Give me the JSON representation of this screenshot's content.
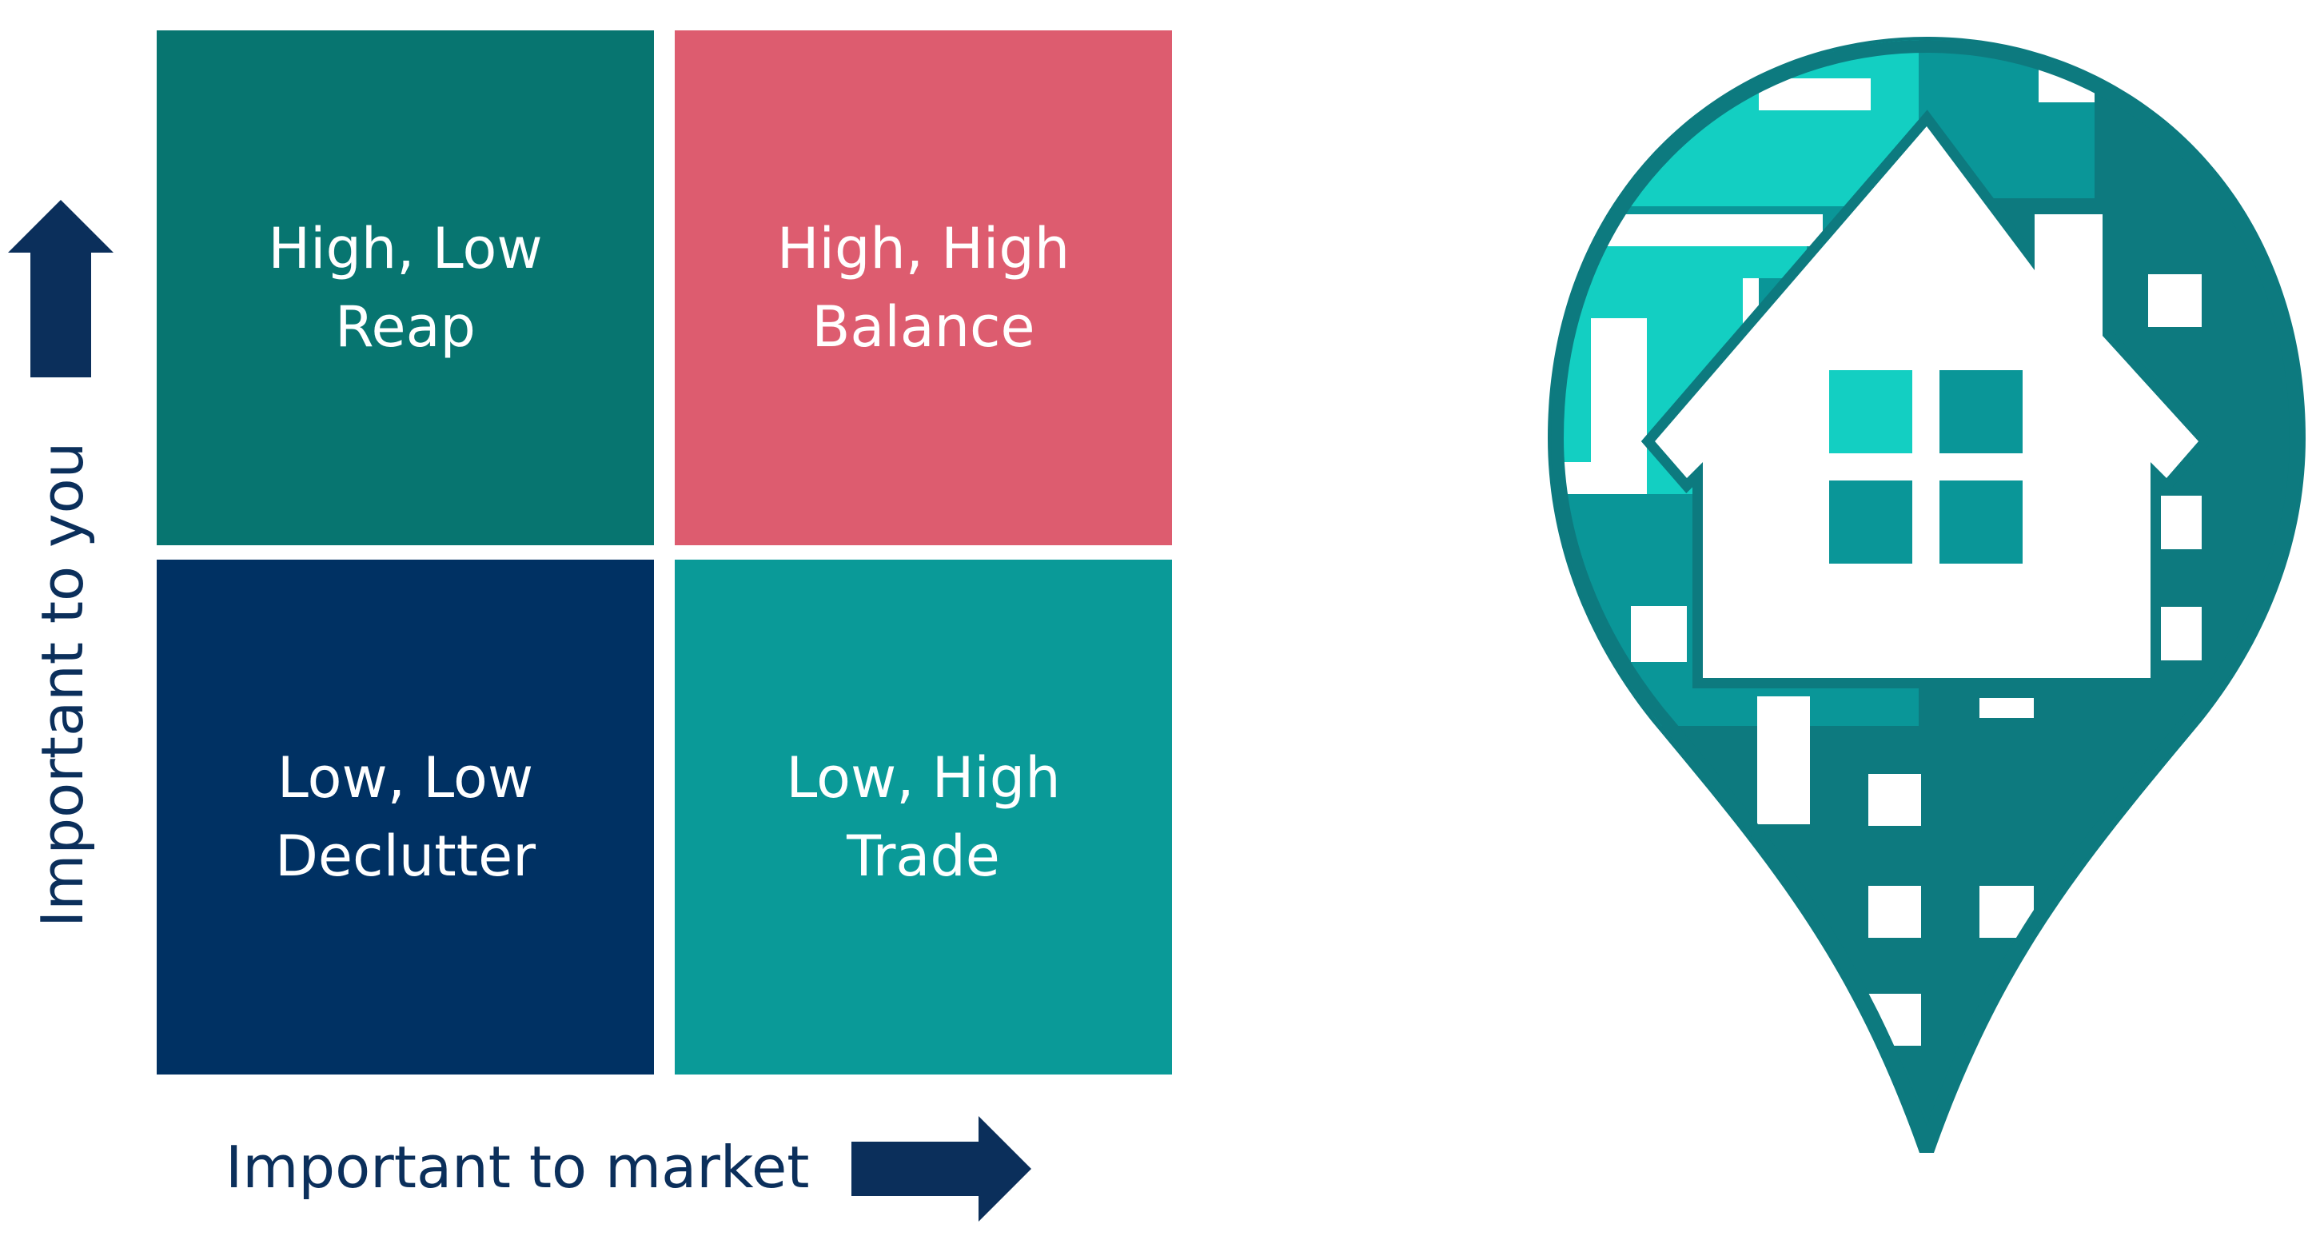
{
  "colors": {
    "high_low": "#077570",
    "high_high": "#dd5c6f",
    "low_low": "#003163",
    "low_high": "#0a9a98",
    "axis": "#0b2f5b",
    "pin_dark": "#0d7a7f",
    "pin_mid": "#0a9698",
    "pin_light": "#13cfc2"
  },
  "quadrants": {
    "high_low": {
      "line1": "High, Low",
      "line2": "Reap"
    },
    "high_high": {
      "line1": "High, High",
      "line2": "Balance"
    },
    "low_low": {
      "line1": "Low, Low",
      "line2": "Declutter"
    },
    "low_high": {
      "line1": "Low, High",
      "line2": "Trade"
    }
  },
  "axes": {
    "x_label": "Important to market",
    "y_label": "Important to you"
  },
  "icons": {
    "x_arrow": "arrow-right-icon",
    "y_arrow": "arrow-up-icon",
    "pin": "house-location-pin-icon"
  }
}
